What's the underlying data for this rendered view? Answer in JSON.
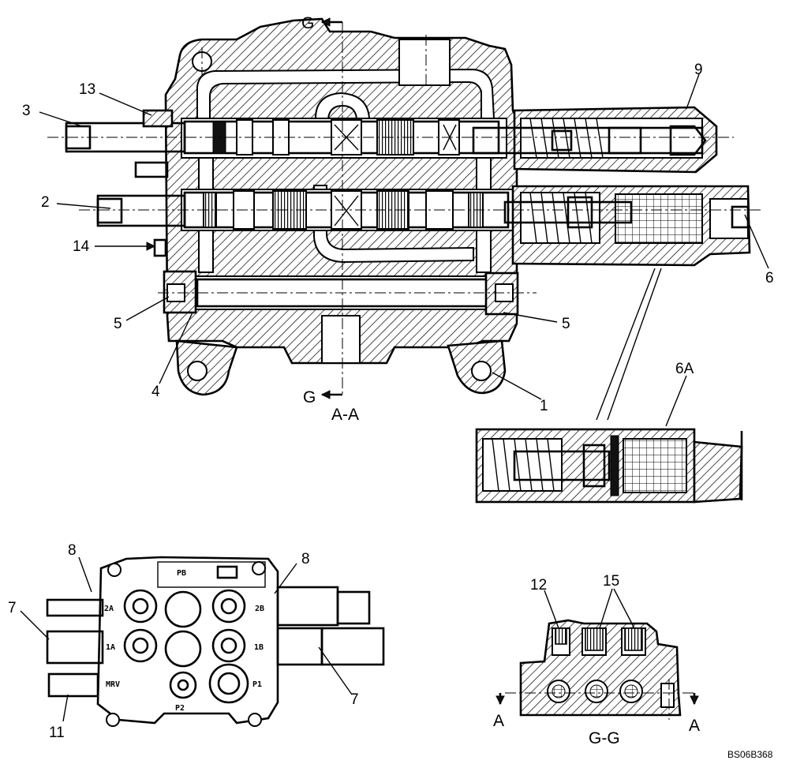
{
  "views": {
    "section_aa": "A-A",
    "section_gg": "G-G",
    "cut_g": "G",
    "cut_a": "A"
  },
  "callouts": {
    "c1": "1",
    "c2": "2",
    "c3": "3",
    "c4": "4",
    "c5a": "5",
    "c5b": "5",
    "c6": "6",
    "c6a": "6A",
    "c7a": "7",
    "c7b": "7",
    "c8a": "8",
    "c8b": "8",
    "c9": "9",
    "c11": "11",
    "c12": "12",
    "c13": "13",
    "c14": "14",
    "c15": "15"
  },
  "ports": {
    "pb": "PB",
    "p2a": "2A",
    "p2b": "2B",
    "p1a": "1A",
    "p1b": "1B",
    "mrv": "MRV",
    "p1": "P1",
    "p2": "P2"
  },
  "drawing_id": "BS06B368"
}
